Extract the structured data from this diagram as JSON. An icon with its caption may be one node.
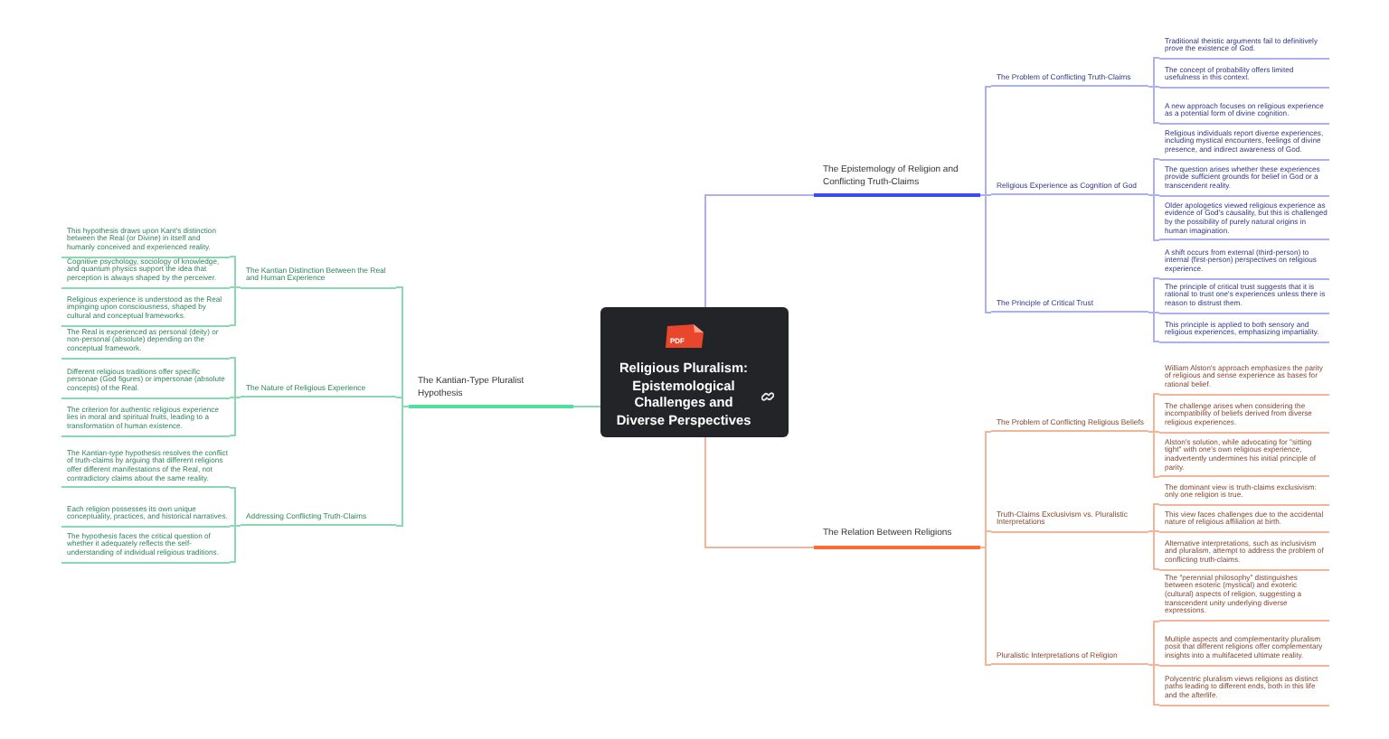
{
  "diagram": {
    "nodes": [
      {
        "text": [
          "Religious Pluralism: Epistemological Challenges and Diverse Perspectives"
        ]
      },
      {
        "text": [
          "The Kantian-Type Pluralist Hypothesis"
        ]
      },
      {
        "text": [
          "The Kantian Distinction Between the Real and Human Experience"
        ]
      },
      {
        "text": [
          "This hypothesis draws upon Kant's distinction between the Real (or Divine) in itself and humanly conceived and experienced reality."
        ]
      },
      {
        "text": [
          "Cognitive psychology, sociology of knowledge, and quantum physics support the idea that perception is always shaped by the perceiver."
        ]
      },
      {
        "text": [
          "Religious experience is understood as the Real impinging upon consciousness, shaped by cultural and conceptual frameworks."
        ]
      },
      {
        "text": [
          "The Nature of Religious Experience"
        ]
      },
      {
        "text": [
          "The Real is experienced as personal (deity) or non-personal (absolute) depending on the conceptual framework."
        ]
      },
      {
        "text": [
          "Different religious traditions offer specific personae (God figures) or impersonae (absolute concepts) of the Real."
        ]
      },
      {
        "text": [
          "The criterion for authentic religious experience lies in moral and spiritual fruits, leading to a transformation of human existence."
        ]
      },
      {
        "text": [
          "Addressing Conflicting Truth-Claims"
        ]
      },
      {
        "text": [
          "The Kantian-type hypothesis resolves the conflict of truth-claims by arguing that different religions offer different manifestations of the Real, not contradictory claims about the same reality."
        ]
      },
      {
        "text": [
          "Each religion possesses its own unique conceptuality, practices, and historical narratives."
        ]
      },
      {
        "text": [
          "The hypothesis faces the critical question of whether it adequately reflects the self-understanding of individual religious traditions."
        ]
      },
      {
        "text": [
          "The Epistemology of Religion and Conflicting Truth-Claims"
        ]
      },
      {
        "text": [
          "The Problem of Conflicting Truth-Claims"
        ]
      },
      {
        "text": [
          "Traditional theistic arguments fail to definitively prove the existence of God."
        ]
      },
      {
        "text": [
          "The concept of probability offers limited usefulness in this context."
        ]
      },
      {
        "text": [
          "A new approach focuses on religious experience as a potential form of divine cognition."
        ]
      },
      {
        "text": [
          "Religious Experience as Cognition of God"
        ]
      },
      {
        "text": [
          "Religious individuals report diverse experiences, including mystical encounters, feelings of divine presence, and indirect awareness of God."
        ]
      },
      {
        "text": [
          "The question arises whether these experiences provide sufficient grounds for belief in God or a transcendent reality."
        ]
      },
      {
        "text": [
          "Older apologetics viewed religious experience as evidence of God's causality, but this is challenged by the possibility of purely natural origins in human imagination."
        ]
      },
      {
        "text": [
          "The Principle of Critical Trust"
        ]
      },
      {
        "text": [
          "A shift occurs from external (third-person) to internal (first-person) perspectives on religious experience."
        ]
      },
      {
        "text": [
          "The principle of critical trust suggests that it is rational to trust one's experiences unless there is reason to distrust them."
        ]
      },
      {
        "text": [
          "This principle is applied to both sensory and religious experiences, emphasizing impartiality."
        ]
      },
      {
        "text": [
          "The Relation Between Religions"
        ]
      },
      {
        "text": [
          "The Problem of Conflicting Religious Beliefs"
        ]
      },
      {
        "text": [
          "William Alston's approach emphasizes the parity of religious and sense experience as bases for rational belief."
        ]
      },
      {
        "text": [
          "The challenge arises when considering the incompatibility of beliefs derived from diverse religious experiences."
        ]
      },
      {
        "text": [
          "Alston's solution, while advocating for \"sitting tight\" with one's own religious experience, inadvertently undermines his initial principle of parity."
        ]
      },
      {
        "text": [
          "Truth-Claims Exclusivism vs. Pluralistic Interpretations"
        ]
      },
      {
        "text": [
          "The dominant view is truth-claims exclusivism: only one religion is true."
        ]
      },
      {
        "text": [
          "This view faces challenges due to the accidental nature of religious affiliation at birth."
        ]
      },
      {
        "text": [
          "Alternative interpretations, such as inclusivism and pluralism, attempt to address the problem of conflicting truth-claims."
        ]
      },
      {
        "text": [
          "Pluralistic Interpretations of Religion"
        ]
      },
      {
        "text": [
          "The \"perennial philosophy\" distinguishes between esoteric (mystical) and exoteric (cultural) aspects of religion, suggesting a transcendent unity underlying diverse expressions."
        ]
      },
      {
        "text": [
          "Multiple aspects and complementarity pluralism posit that different religions offer complementary insights into a multifaceted ultimate reality."
        ]
      },
      {
        "text": [
          "Polycentric pluralism views religions as distinct paths leading to different ends, both in this life and the afterlife."
        ]
      }
    ],
    "edges": [
      {
        "from": 0,
        "to": 1,
        "arrow": "none",
        "color": "#8ad9b4"
      },
      {
        "from": 1,
        "to": 2,
        "arrow": "none",
        "color": "#8ad9b4"
      },
      {
        "from": 2,
        "to": 3,
        "arrow": "none",
        "color": "#8ad9b4"
      },
      {
        "from": 2,
        "to": 4,
        "arrow": "none",
        "color": "#8ad9b4"
      },
      {
        "from": 2,
        "to": 5,
        "arrow": "none",
        "color": "#8ad9b4"
      },
      {
        "from": 1,
        "to": 6,
        "arrow": "none",
        "color": "#8ad9b4"
      },
      {
        "from": 6,
        "to": 7,
        "arrow": "none",
        "color": "#8ad9b4"
      },
      {
        "from": 6,
        "to": 8,
        "arrow": "none",
        "color": "#8ad9b4"
      },
      {
        "from": 6,
        "to": 9,
        "arrow": "none",
        "color": "#8ad9b4"
      },
      {
        "from": 1,
        "to": 10,
        "arrow": "none",
        "color": "#8ad9b4"
      },
      {
        "from": 10,
        "to": 11,
        "arrow": "none",
        "color": "#8ad9b4"
      },
      {
        "from": 10,
        "to": 12,
        "arrow": "none",
        "color": "#8ad9b4"
      },
      {
        "from": 10,
        "to": 13,
        "arrow": "none",
        "color": "#8ad9b4"
      },
      {
        "from": 0,
        "to": 14,
        "arrow": "none",
        "color": "#aab0f2"
      },
      {
        "from": 14,
        "to": 15,
        "arrow": "none",
        "color": "#aab0f2"
      },
      {
        "from": 15,
        "to": 16,
        "arrow": "none",
        "color": "#aab0f2"
      },
      {
        "from": 15,
        "to": 17,
        "arrow": "none",
        "color": "#aab0f2"
      },
      {
        "from": 15,
        "to": 18,
        "arrow": "none",
        "color": "#aab0f2"
      },
      {
        "from": 14,
        "to": 19,
        "arrow": "none",
        "color": "#aab0f2"
      },
      {
        "from": 19,
        "to": 20,
        "arrow": "none",
        "color": "#aab0f2"
      },
      {
        "from": 19,
        "to": 21,
        "arrow": "none",
        "color": "#aab0f2"
      },
      {
        "from": 19,
        "to": 22,
        "arrow": "none",
        "color": "#aab0f2"
      },
      {
        "from": 14,
        "to": 23,
        "arrow": "none",
        "color": "#aab0f2"
      },
      {
        "from": 23,
        "to": 24,
        "arrow": "none",
        "color": "#aab0f2"
      },
      {
        "from": 23,
        "to": 25,
        "arrow": "none",
        "color": "#aab0f2"
      },
      {
        "from": 23,
        "to": 26,
        "arrow": "none",
        "color": "#aab0f2"
      },
      {
        "from": 0,
        "to": 27,
        "arrow": "none",
        "color": "#f5b39a"
      },
      {
        "from": 27,
        "to": 28,
        "arrow": "none",
        "color": "#f5b39a"
      },
      {
        "from": 28,
        "to": 29,
        "arrow": "none",
        "color": "#f5b39a"
      },
      {
        "from": 28,
        "to": 30,
        "arrow": "none",
        "color": "#f5b39a"
      },
      {
        "from": 28,
        "to": 31,
        "arrow": "none",
        "color": "#f5b39a"
      },
      {
        "from": 27,
        "to": 32,
        "arrow": "none",
        "color": "#f5b39a"
      },
      {
        "from": 32,
        "to": 33,
        "arrow": "none",
        "color": "#f5b39a"
      },
      {
        "from": 32,
        "to": 34,
        "arrow": "none",
        "color": "#f5b39a"
      },
      {
        "from": 32,
        "to": 35,
        "arrow": "none",
        "color": "#f5b39a"
      },
      {
        "from": 27,
        "to": 36,
        "arrow": "none",
        "color": "#f5b39a"
      },
      {
        "from": 36,
        "to": 37,
        "arrow": "none",
        "color": "#f5b39a"
      },
      {
        "from": 36,
        "to": 38,
        "arrow": "none",
        "color": "#f5b39a"
      },
      {
        "from": 36,
        "to": 39,
        "arrow": "none",
        "color": "#f5b39a"
      }
    ],
    "labels": [
      "PDF"
    ]
  }
}
